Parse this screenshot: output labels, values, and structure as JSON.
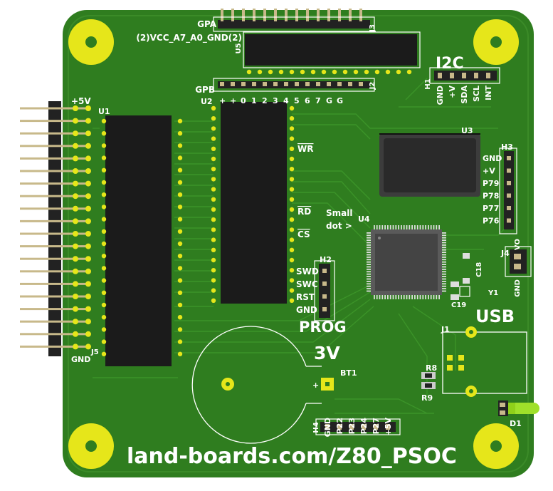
{
  "board": {
    "website": "land-boards.com/Z80_PSOC",
    "voltage": "3V",
    "prog": "PROG",
    "usb": "USB",
    "i2c": "I2C"
  },
  "refs": {
    "u1": "U1",
    "u2": "U2",
    "u3": "U3",
    "u4": "U4",
    "u5": "U5",
    "j1": "J1",
    "j2": "J2",
    "j3": "J3",
    "j4": "J4",
    "j5": "J5",
    "h1": "H1",
    "h2": "H2",
    "h3": "H3",
    "h4": "H4",
    "bt1": "BT1",
    "r8": "R8",
    "r9": "R9",
    "c18": "C18",
    "c19": "C19",
    "y1": "Y1",
    "d1": "D1"
  },
  "labels": {
    "gpa": "GPA",
    "gpa_pins": "(2)VCC_A7_A0_GND(2)",
    "gpb": "GPB",
    "gpb_pins": [
      "+",
      "+",
      "0",
      "1",
      "2",
      "3",
      "4",
      "5",
      "6",
      "7",
      "G",
      "G"
    ],
    "plus5v": "+5V",
    "gnd": "GND",
    "u2_signals": [
      "WR",
      "RD",
      "CS"
    ],
    "small_dot": [
      "Small",
      "dot >"
    ],
    "h2_pins": [
      "SWD",
      "SWC",
      "RST",
      "GND"
    ],
    "h1_pins": [
      "GND",
      "+V",
      "SDA",
      "SCL",
      "INT"
    ],
    "h3_pins": [
      "GND",
      "+V",
      "P79",
      "P78",
      "P77",
      "P76"
    ],
    "j4_pins": [
      "VO",
      "GND"
    ],
    "h4_pins": [
      "GND",
      "P22",
      "P23",
      "P24",
      "P27",
      "+5V"
    ],
    "plus": "+"
  },
  "colors": {
    "board": "#2f7d1f",
    "board_dark": "#1f5c14",
    "trace": "#3a8e28",
    "copper": "#d4c21a",
    "chip": "#1a1a1a",
    "silk": "#ffffff",
    "pin_gold": "#c8b98a",
    "header_black": "#222222",
    "led": "#9fe02a"
  },
  "icons": {
    "mount_holes": "mounting-hole-icon",
    "coin_cell": "battery-holder-icon",
    "led": "led-icon"
  }
}
